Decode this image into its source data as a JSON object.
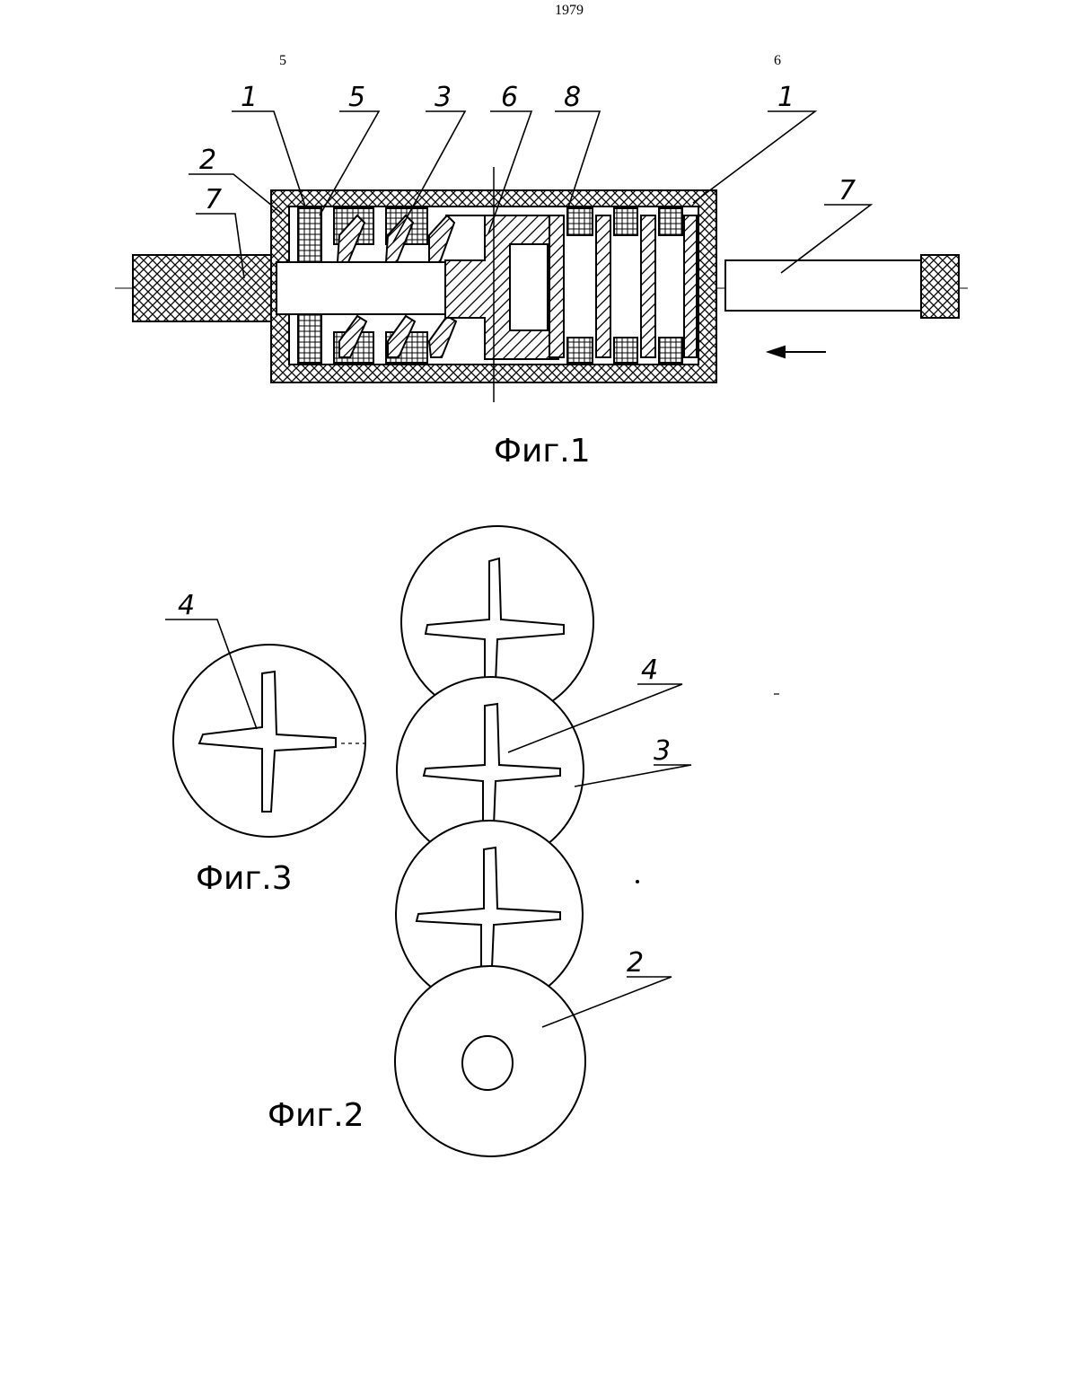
{
  "header": {
    "page_number": "1979",
    "column_left": "5",
    "column_right": "6"
  },
  "fig1": {
    "caption": "Фиг.1",
    "labels": {
      "l1a": "1",
      "l5": "5",
      "l3": "3",
      "l6": "6",
      "l8": "8",
      "l1b": "1",
      "l2": "2",
      "l7a": "7",
      "l7b": "7"
    }
  },
  "fig2": {
    "caption": "Фиг.2",
    "labels": {
      "l4": "4",
      "l3": "3",
      "l2": "2"
    }
  },
  "fig3": {
    "caption": "Фиг.3",
    "labels": {
      "l4": "4"
    }
  }
}
